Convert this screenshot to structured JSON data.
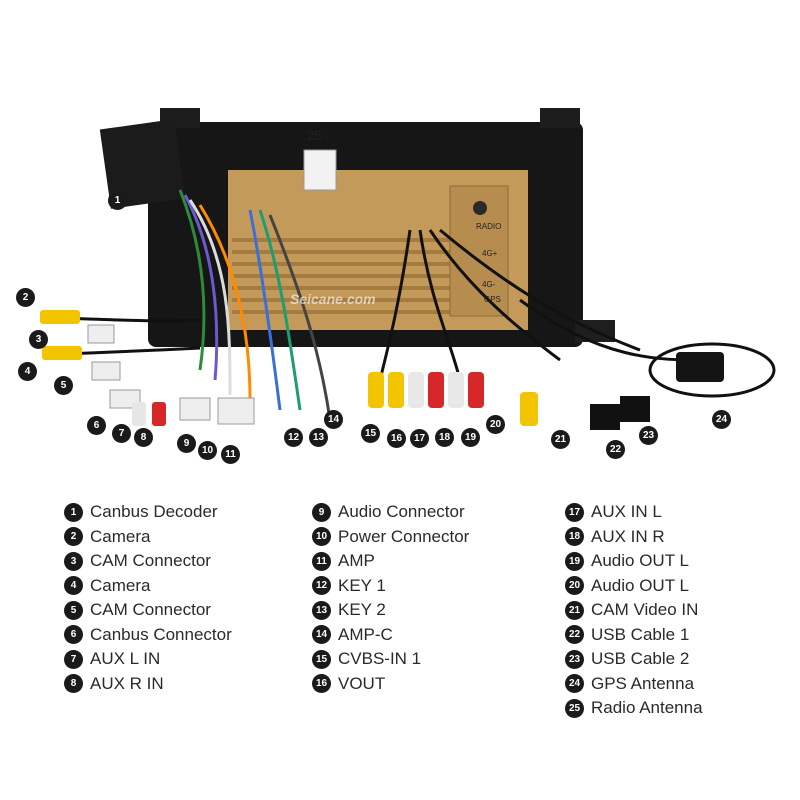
{
  "diagram": {
    "top_label": "25",
    "watermark": "Seicane.com",
    "unit_labels": [
      "RADIO",
      "4G+",
      "4G-",
      "GPS"
    ],
    "callouts": [
      "1",
      "2",
      "3",
      "4",
      "5",
      "6",
      "7",
      "8",
      "9",
      "10",
      "11",
      "12",
      "13",
      "14",
      "15",
      "16",
      "17",
      "18",
      "19",
      "20",
      "21",
      "22",
      "23",
      "24"
    ]
  },
  "legend": {
    "columns": [
      [
        {
          "num": "1",
          "label": "Canbus Decoder"
        },
        {
          "num": "2",
          "label": "Camera"
        },
        {
          "num": "3",
          "label": "CAM Connector"
        },
        {
          "num": "4",
          "label": "Camera"
        },
        {
          "num": "5",
          "label": "CAM Connector"
        },
        {
          "num": "6",
          "label": "Canbus Connector"
        },
        {
          "num": "7",
          "label": "AUX L IN"
        },
        {
          "num": "8",
          "label": "AUX R IN"
        }
      ],
      [
        {
          "num": "9",
          "label": "Audio Connector"
        },
        {
          "num": "10",
          "label": "Power Connector"
        },
        {
          "num": "11",
          "label": "AMP"
        },
        {
          "num": "12",
          "label": "KEY 1"
        },
        {
          "num": "13",
          "label": "KEY 2"
        },
        {
          "num": "14",
          "label": "AMP-C"
        },
        {
          "num": "15",
          "label": "CVBS-IN 1"
        },
        {
          "num": "16",
          "label": "VOUT"
        }
      ],
      [
        {
          "num": "17",
          "label": "AUX IN L"
        },
        {
          "num": "18",
          "label": "AUX IN R"
        },
        {
          "num": "19",
          "label": "Audio OUT L"
        },
        {
          "num": "20",
          "label": "Audio OUT L"
        },
        {
          "num": "21",
          "label": "CAM Video IN"
        },
        {
          "num": "22",
          "label": "USB Cable 1"
        },
        {
          "num": "23",
          "label": "USB Cable 2"
        },
        {
          "num": "24",
          "label": "GPS Antenna"
        },
        {
          "num": "25",
          "label": "Radio Antenna"
        }
      ]
    ]
  }
}
